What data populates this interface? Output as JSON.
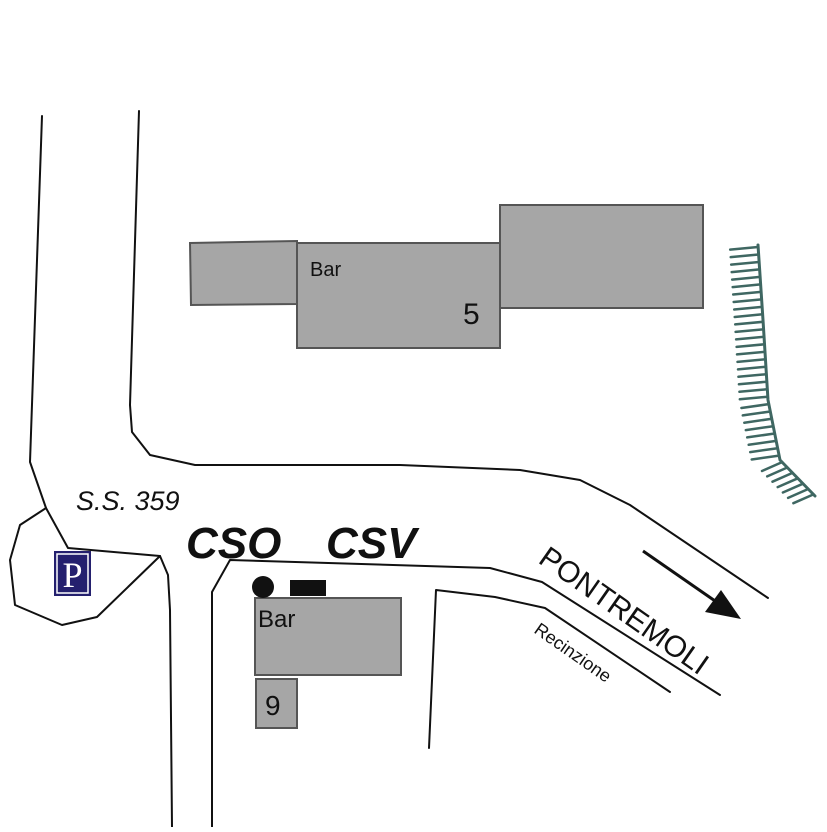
{
  "labels": {
    "bar_north": "Bar",
    "number_north": "5",
    "bar_south": "Bar",
    "number_south": "9",
    "road_name": "S.S. 359",
    "code_left": "CSO",
    "code_right": "CSV",
    "direction": "PONTREMOLI",
    "fence": "Recinzione",
    "parking": "P"
  },
  "colors": {
    "building": "#a6a6a6",
    "parking_sign": "#24206e",
    "embankment": "#3f6762",
    "road_line": "#111111"
  },
  "icons": {
    "parking": "parking-sign-icon",
    "direction": "direction-arrow-icon",
    "embankment": "embankment-hatch-icon",
    "stop_marker": "circle-marker-icon",
    "sign_marker": "rectangle-marker-icon"
  }
}
